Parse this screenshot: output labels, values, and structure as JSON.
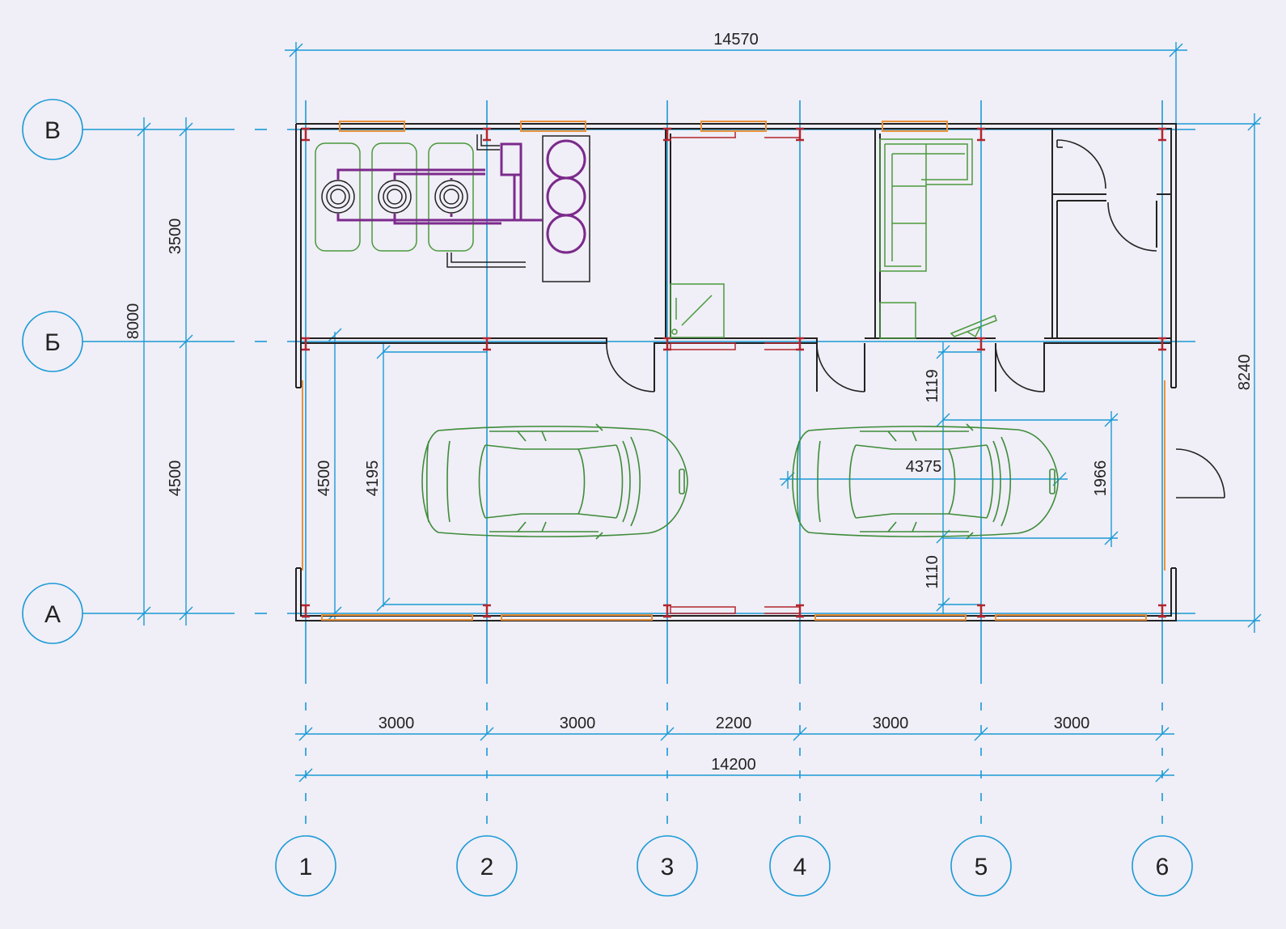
{
  "colors": {
    "background": "#f0eef6",
    "axis": "#1a9ad6",
    "wall": "#222222",
    "car": "#3d8c3a",
    "furniture": "#4a9a3d",
    "boiler": "#7b2a8c",
    "window": "#e8913a",
    "column": "#b3262e"
  },
  "axes": {
    "letters": [
      {
        "label": "В"
      },
      {
        "label": "Б"
      },
      {
        "label": "А"
      }
    ],
    "numbers": [
      {
        "label": "1"
      },
      {
        "label": "2"
      },
      {
        "label": "3"
      },
      {
        "label": "4"
      },
      {
        "label": "5"
      },
      {
        "label": "6"
      }
    ]
  },
  "dimensions": {
    "overall_top": "14570",
    "overall_right": "8240",
    "left_total": "8000",
    "left_upper": "3500",
    "left_lower": "4500",
    "bay_inner_4500": "4500",
    "bay_inner_4195": "4195",
    "bottom_spans": [
      "3000",
      "3000",
      "2200",
      "3000",
      "3000"
    ],
    "bottom_total": "14200",
    "car_length": "4375",
    "car_width": "1966",
    "clearance_top": "1119",
    "clearance_bottom": "1110"
  },
  "icons": {
    "car": "car-icon",
    "boiler": "boiler-icon",
    "sofa": "sofa-icon",
    "shower": "shower-icon",
    "door": "door-icon"
  }
}
